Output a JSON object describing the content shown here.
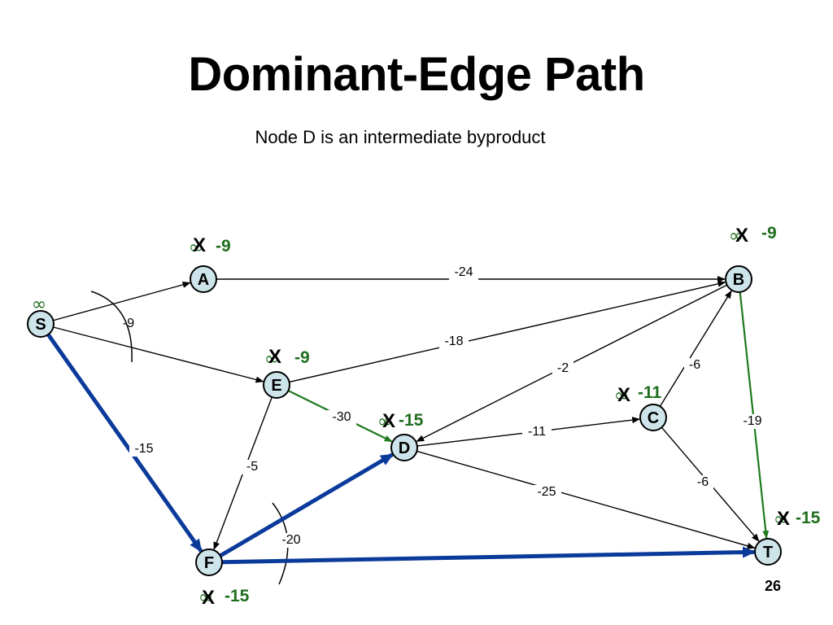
{
  "title": "Dominant-Edge Path",
  "subtitle": "Node D is an intermediate byproduct",
  "colors": {
    "black": "#000000",
    "green": "#1f7a1f",
    "blue": "#0a3a9a",
    "node_fill": "#cde5ea",
    "label_green": "#1f6e1f"
  },
  "nodes": [
    {
      "id": "S",
      "label": "S",
      "infinity": "∞",
      "struck": "",
      "value": ""
    },
    {
      "id": "A",
      "label": "A",
      "infinity": "∞",
      "struck": "X",
      "value": "-9"
    },
    {
      "id": "B",
      "label": "B",
      "infinity": "∞",
      "struck": "X",
      "value": "-9"
    },
    {
      "id": "E",
      "label": "E",
      "infinity": "∞",
      "struck": "X",
      "value": "-9"
    },
    {
      "id": "C",
      "label": "C",
      "infinity": "∞",
      "struck": "X",
      "value": "-11"
    },
    {
      "id": "D",
      "label": "D",
      "infinity": "∞",
      "struck": "X",
      "value": "-15"
    },
    {
      "id": "F",
      "label": "F",
      "infinity": "∞",
      "struck": "X",
      "value": "-15"
    },
    {
      "id": "T",
      "label": "T",
      "infinity": "∞",
      "struck": "X",
      "value": "-15"
    }
  ],
  "edges": [
    {
      "from": "S",
      "to": "A",
      "weight": "-9",
      "color": "black"
    },
    {
      "from": "S",
      "to": "E",
      "weight": "",
      "color": "black"
    },
    {
      "from": "S",
      "to": "F",
      "weight": "-15",
      "color": "blue"
    },
    {
      "from": "A",
      "to": "B",
      "weight": "-24",
      "color": "black"
    },
    {
      "from": "E",
      "to": "B",
      "weight": "-18",
      "color": "black"
    },
    {
      "from": "E",
      "to": "D",
      "weight": "-30",
      "color": "green"
    },
    {
      "from": "E",
      "to": "F",
      "weight": "-5",
      "color": "black"
    },
    {
      "from": "B",
      "to": "D",
      "weight": "-2",
      "color": "black"
    },
    {
      "from": "C",
      "to": "B",
      "weight": "-6",
      "color": "black"
    },
    {
      "from": "B",
      "to": "T",
      "weight": "-19",
      "color": "green"
    },
    {
      "from": "D",
      "to": "C",
      "weight": "-11",
      "color": "black"
    },
    {
      "from": "D",
      "to": "T",
      "weight": "-25",
      "color": "black"
    },
    {
      "from": "C",
      "to": "T",
      "weight": "-6",
      "color": "black"
    },
    {
      "from": "F",
      "to": "D",
      "weight": "",
      "color": "blue"
    },
    {
      "from": "F",
      "to": "T",
      "weight": "-20",
      "color": "blue"
    }
  ],
  "result": "26"
}
